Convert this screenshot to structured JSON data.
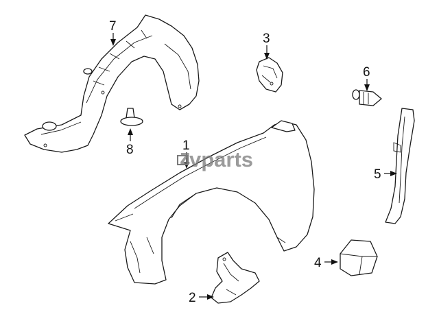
{
  "diagram": {
    "callouts": [
      {
        "id": "1",
        "label": "1",
        "part": "front-fender"
      },
      {
        "id": "2",
        "label": "2",
        "part": "fender-bracket-lower"
      },
      {
        "id": "3",
        "label": "3",
        "part": "fender-bracket-upper"
      },
      {
        "id": "4",
        "label": "4",
        "part": "insulator-block"
      },
      {
        "id": "5",
        "label": "5",
        "part": "fender-side-bracket"
      },
      {
        "id": "6",
        "label": "6",
        "part": "push-clip"
      },
      {
        "id": "7",
        "label": "7",
        "part": "fender-liner"
      },
      {
        "id": "8",
        "label": "8",
        "part": "liner-retainer"
      }
    ],
    "watermark": {
      "prefix": "z",
      "text": "vparts"
    },
    "colors": {
      "line": "#1a1a1a",
      "fill": "#ffffff",
      "watermark": "#7a7a7a"
    }
  }
}
